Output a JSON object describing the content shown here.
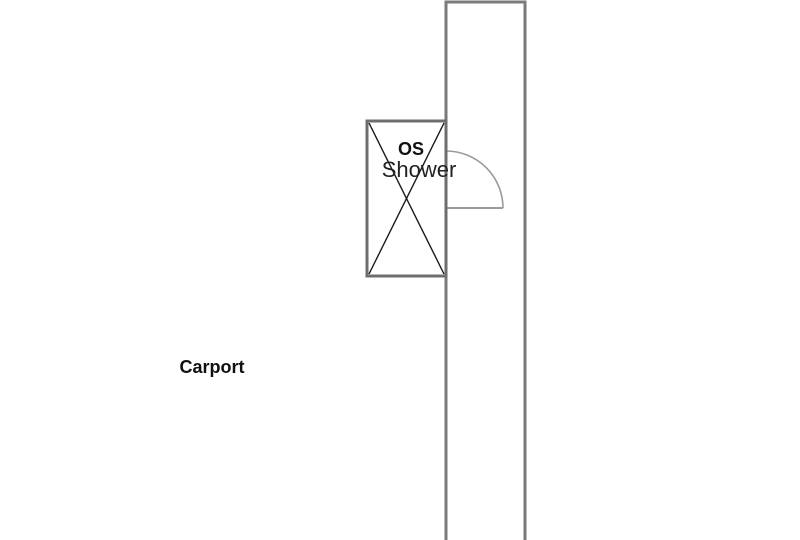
{
  "plan": {
    "room_label": "Carport",
    "fixture": {
      "code": "OS",
      "name": "Shower"
    }
  }
}
